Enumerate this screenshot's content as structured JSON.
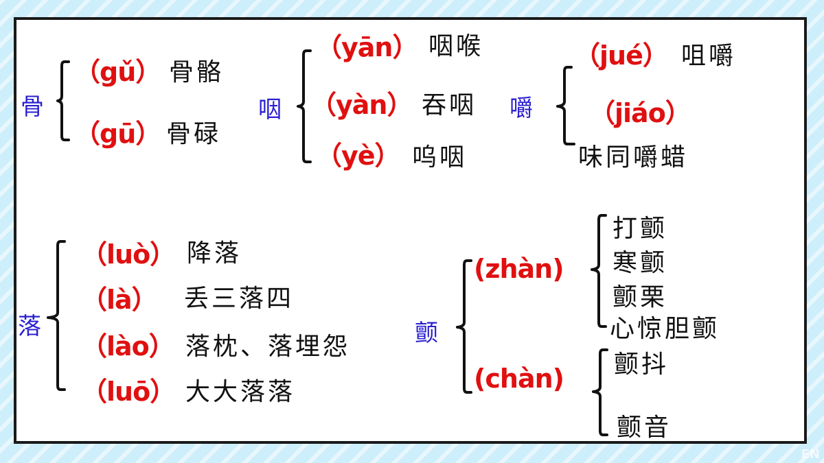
{
  "colors": {
    "headword": "#2a1fd0",
    "pinyin": "#e01010",
    "word": "#111111",
    "border": "#1a1a1a",
    "background": "#cdeefb"
  },
  "groups": [
    {
      "char": "骨",
      "readings": [
        {
          "pinyin": "（gǔ）",
          "words": "骨骼"
        },
        {
          "pinyin": "（gū）",
          "words": "骨碌"
        }
      ]
    },
    {
      "char": "咽",
      "readings": [
        {
          "pinyin": "（yān）",
          "words": "咽喉"
        },
        {
          "pinyin": "（yàn）",
          "words": "吞咽"
        },
        {
          "pinyin": "（yè）",
          "words": "呜咽"
        }
      ]
    },
    {
      "char": "嚼",
      "readings": [
        {
          "pinyin": "（jué）",
          "words": "咀嚼"
        },
        {
          "pinyin": "（jiáo）",
          "words": ""
        }
      ],
      "extra_word": "味同嚼蜡"
    },
    {
      "char": "落",
      "readings": [
        {
          "pinyin": "（luò）",
          "words": "降落"
        },
        {
          "pinyin": "（là）",
          "words": "丢三落四"
        },
        {
          "pinyin": "（lào）",
          "words": "落枕、落埋怨"
        },
        {
          "pinyin": "（luō）",
          "words": "大大落落"
        }
      ]
    },
    {
      "char": "颤",
      "readings": [
        {
          "pinyin": "(zhàn)",
          "words": [
            "打颤",
            "寒颤",
            "颤栗",
            "心惊胆颤"
          ]
        },
        {
          "pinyin": "(chàn)",
          "words": [
            "颤抖",
            "颤音"
          ]
        }
      ]
    }
  ],
  "watermark": "EN"
}
